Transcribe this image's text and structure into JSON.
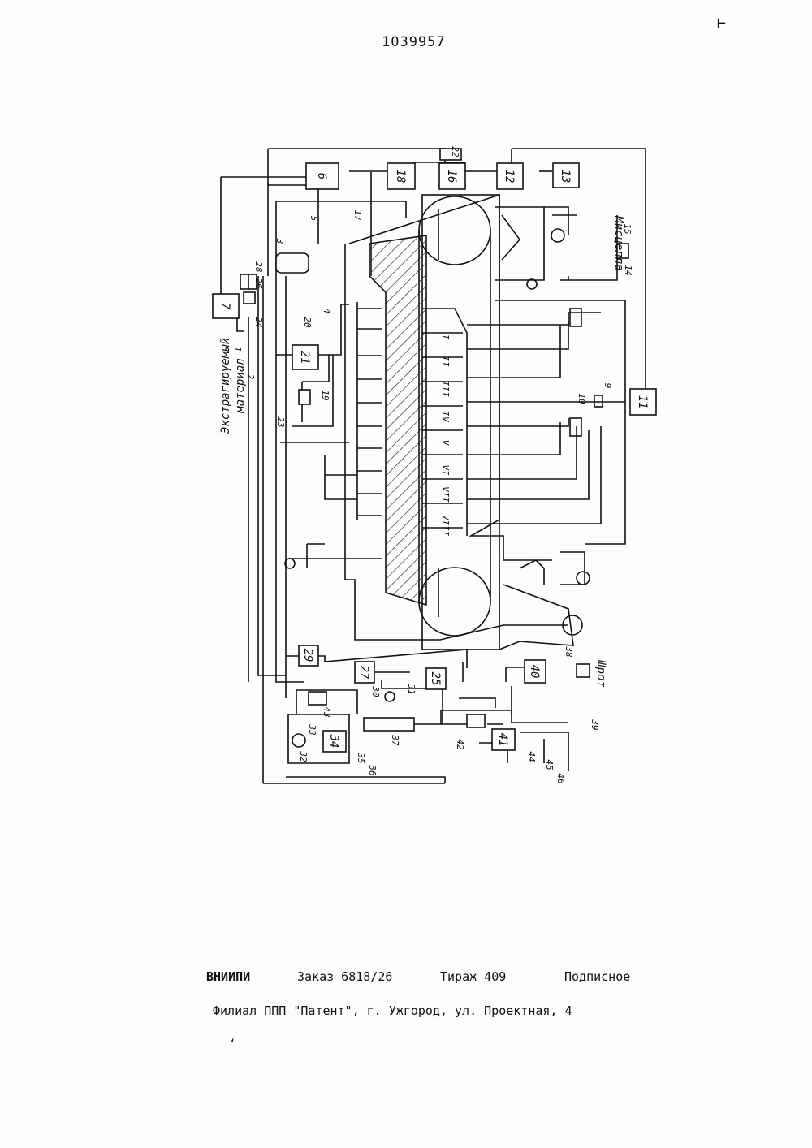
{
  "header": {
    "patent_number": "1039957",
    "corner_mark": "⊢"
  },
  "drawing": {
    "rotated_labels": {
      "input_line1": "Экстрагируемый",
      "input_line2": "материал",
      "output_top": "Мисцелла",
      "output_bottom": "Шрот"
    },
    "block_numbers": [
      "6",
      "7",
      "11",
      "12",
      "13",
      "16",
      "18",
      "21",
      "25",
      "27",
      "29",
      "34",
      "40",
      "41"
    ],
    "callouts": [
      "1",
      "2",
      "3",
      "4",
      "5",
      "9",
      "10",
      "14",
      "15",
      "17",
      "19",
      "20",
      "22",
      "23",
      "24",
      "26",
      "28",
      "30",
      "31",
      "32",
      "33",
      "35",
      "36",
      "37",
      "38",
      "39",
      "42",
      "43",
      "44",
      "45",
      "46"
    ],
    "sections": [
      "I",
      "II",
      "III",
      "IV",
      "V",
      "VI",
      "VII",
      "VIII"
    ]
  },
  "footer": {
    "org": "ВНИИПИ",
    "order": "Заказ 6818/26",
    "circulation": "Тираж 409",
    "subscription": "Подписное",
    "branch": "Филиал ППП \"Патент\", г. Ужгород, ул. Проектная, 4"
  },
  "stray_mark": "ʻ"
}
